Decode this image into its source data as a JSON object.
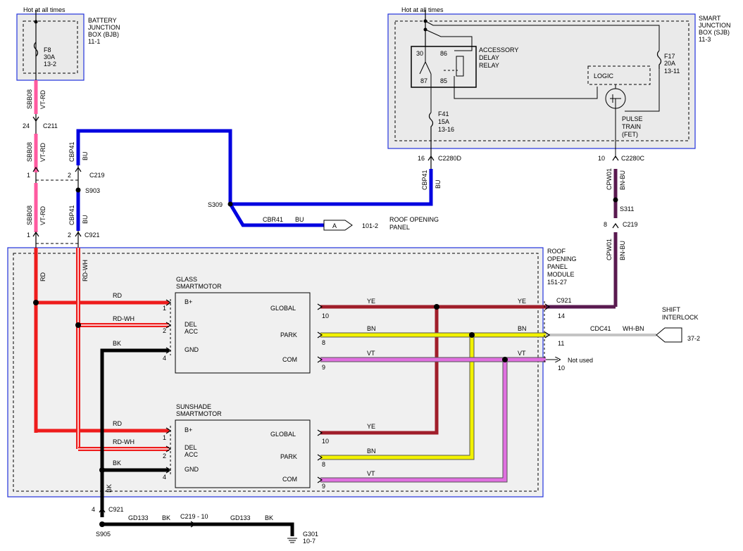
{
  "top": {
    "hot_left": "Hot at all times",
    "hot_right": "Hot at all times"
  },
  "bjb": {
    "title1": "BATTERY",
    "title2": "JUNCTION",
    "title3": "BOX (BJB)",
    "ref": "11-1",
    "fuse_name": "F8",
    "fuse_amp": "30A",
    "fuse_ref": "13-2"
  },
  "sjb": {
    "title1": "SMART",
    "title2": "JUNCTION",
    "title3": "BOX (SJB)",
    "ref": "11-3",
    "relay1": "ACCESSORY",
    "relay2": "DELAY",
    "relay3": "RELAY",
    "pin30": "30",
    "pin86": "86",
    "pin87": "87",
    "pin85": "85",
    "logic": "LOGIC",
    "f17_name": "F17",
    "f17_amp": "20A",
    "f17_ref": "13-11",
    "f41_name": "F41",
    "f41_amp": "15A",
    "f41_ref": "13-16",
    "fet1": "PULSE",
    "fet2": "TRAIN",
    "fet3": "(FET)"
  },
  "wires": {
    "sbb08": "SBB08",
    "vtrd": "VT-RD",
    "cbp41": "CBP41",
    "bu": "BU",
    "cbr41": "CBR41",
    "cpw01": "CPW01",
    "bnbu": "BN-BU",
    "rd": "RD",
    "rdwh": "RD-WH",
    "bk": "BK",
    "ye": "YE",
    "bn": "BN",
    "vt": "VT",
    "cdc41": "CDC41",
    "whbn": "WH-BN",
    "gd133": "GD133"
  },
  "connectors": {
    "c211": "C211",
    "c211_pin": "24",
    "c219": "C219",
    "c219_pin1": "1",
    "c219_pin2": "2",
    "s903": "S903",
    "c921": "C921",
    "c921_pin1": "1",
    "c921_pin2": "2",
    "s309": "S309",
    "c2280d": "C2280D",
    "c2280d_pin": "16",
    "c2280c": "C2280C",
    "c2280c_pin": "10",
    "s311": "S311",
    "c219b": "C219",
    "c219b_pin": "8",
    "c921_14": "14",
    "c921_r": "C921",
    "c921_11": "11",
    "c921_10": "10",
    "c921_bot": "C921",
    "c921_bot_pin": "4",
    "s905": "S905",
    "c219_10": "C219 - 10",
    "g301": "G301",
    "g301_ref": "10-7"
  },
  "roof_panel": {
    "flag": "A",
    "ref": "101-2",
    "label1": "ROOF OPENING",
    "label2": "PANEL"
  },
  "module": {
    "t1": "ROOF",
    "t2": "OPENING",
    "t3": "PANEL",
    "t4": "MODULE",
    "ref": "151-27"
  },
  "glass": {
    "title1": "GLASS",
    "title2": "SMARTMOTOR",
    "bplus": "B+",
    "del": "DEL",
    "acc": "ACC",
    "gnd": "GND",
    "global": "GLOBAL",
    "park": "PARK",
    "com": "COM",
    "p1": "1",
    "p2": "2",
    "p4": "4",
    "p10": "10",
    "p8": "8",
    "p9": "9"
  },
  "sunshade": {
    "title1": "SUNSHADE",
    "title2": "SMARTMOTOR",
    "bplus": "B+",
    "del": "DEL",
    "acc": "ACC",
    "gnd": "GND",
    "global": "GLOBAL",
    "park": "PARK",
    "com": "COM",
    "p1": "1",
    "p2": "2",
    "p4": "4",
    "p10": "10",
    "p8": "8",
    "p9": "9"
  },
  "shift": {
    "l1": "SHIFT",
    "l2": "INTERLOCK",
    "ref": "37-2"
  },
  "notused": "Not used",
  "colors": {
    "pink": "#ff5aa0",
    "blue": "#0000e0",
    "red": "#ee1c1c",
    "maroon": "#a01e2a",
    "yellow": "#f2f200",
    "violet": "#e070e0",
    "black": "#000000",
    "navybn": "#5a1a50"
  }
}
